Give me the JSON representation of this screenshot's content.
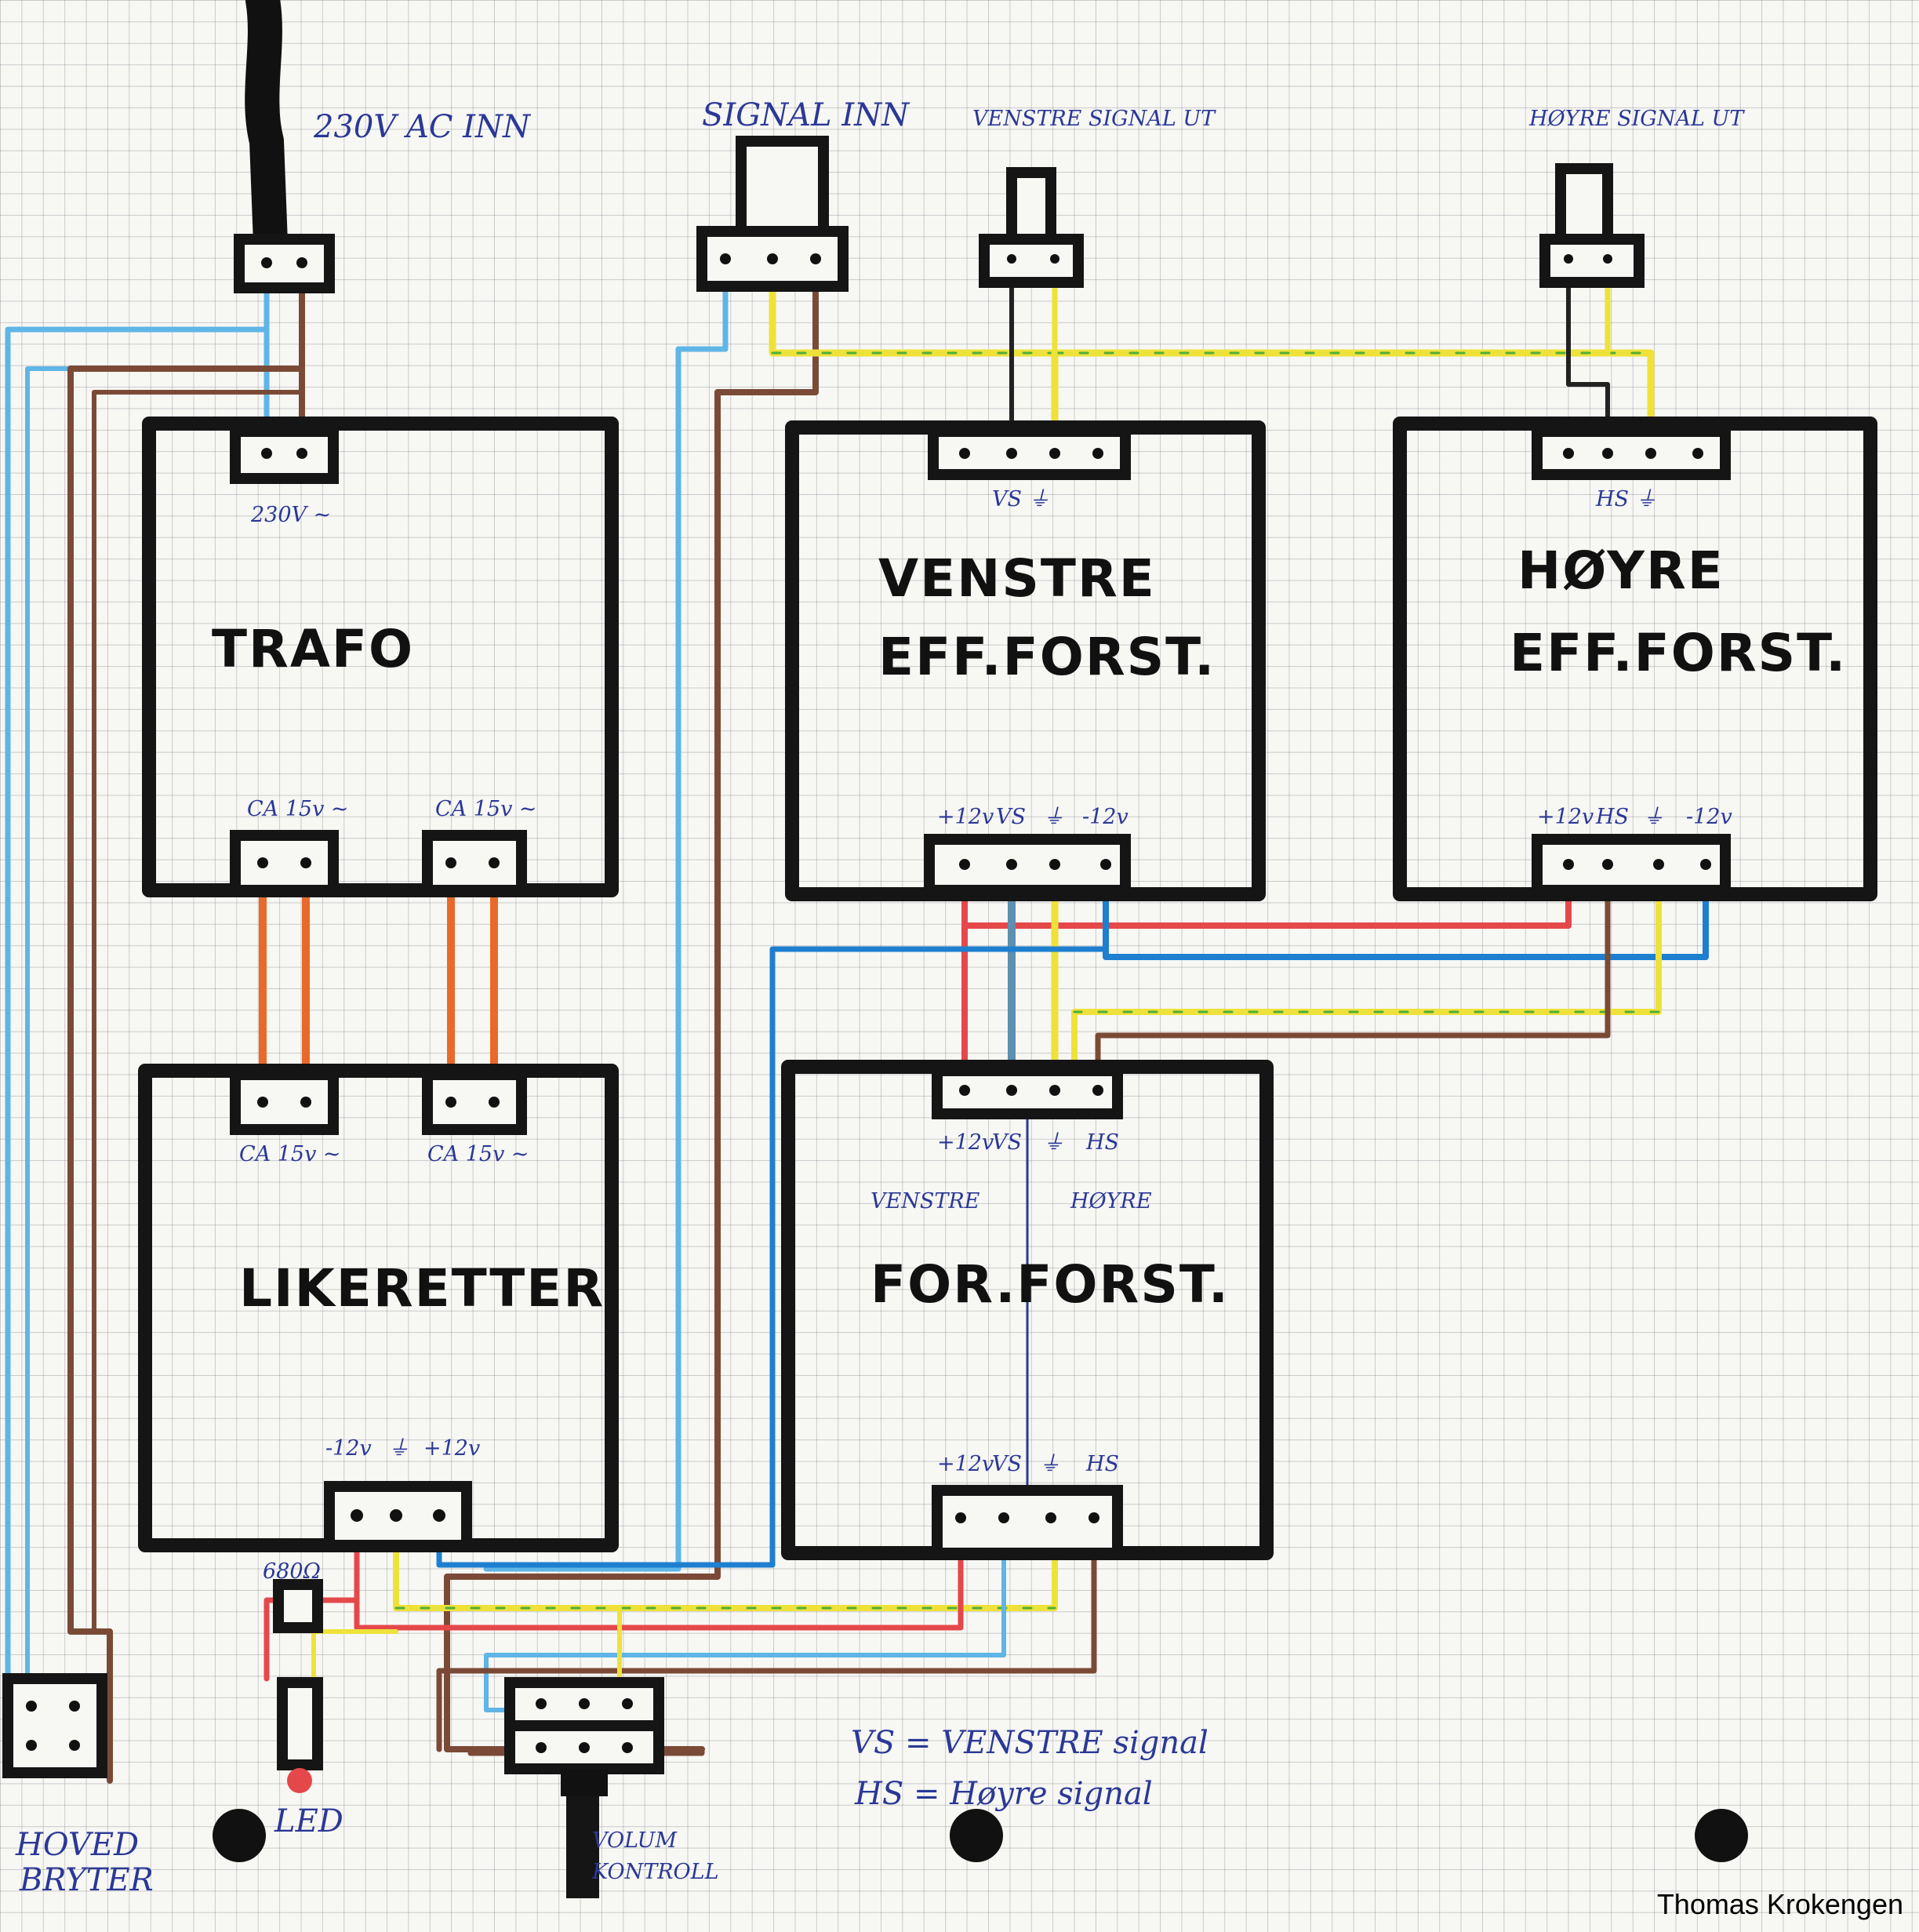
{
  "labels": {
    "ac_in": "230V AC INN",
    "signal_in": "SIGNAL INN",
    "left_out": "VENSTRE SIGNAL UT",
    "right_out": "HØYRE SIGNAL UT",
    "trafo_title": "TRAFO",
    "trafo_input": "230V ~",
    "trafo_out1": "CA 15v ~",
    "trafo_out2": "CA 15v ~",
    "rect_in1": "CA 15v ~",
    "rect_in2": "CA 15v ~",
    "rect_title": "LIKERETTER",
    "rect_pins": [
      "-12v",
      "⏚",
      "+12v"
    ],
    "vamp_title_line1": "VENSTRE",
    "vamp_title_line2": "EFF.FORST.",
    "vamp_in": "VS ⏚",
    "vamp_pins": [
      "+12v",
      "VS",
      "⏚",
      "-12v"
    ],
    "hamp_title_line1": "HØYRE",
    "hamp_title_line2": "EFF.FORST.",
    "hamp_in": "HS ⏚",
    "hamp_pins": [
      "+12v",
      "HS",
      "⏚",
      "-12v"
    ],
    "pre_title": "FOR.FORST.",
    "pre_left": "VENSTRE",
    "pre_right": "HØYRE",
    "pre_top_pins": [
      "+12v",
      "VS",
      "⏚",
      "HS"
    ],
    "pre_bottom_pins": [
      "+12v",
      "VS",
      "⏚",
      "HS"
    ],
    "resistor": "680Ω",
    "led": "LED",
    "main_switch": "HOVED BRYTER",
    "volume": "VOLUM KONTROLL",
    "legend_vs": "VS = VENSTRE signal",
    "legend_hs": "HS = Høyre signal",
    "credit": "Thomas Krokengen"
  },
  "colors": {
    "box": "#151515",
    "brown": "#7a4a36",
    "lightblue": "#5fb5e6",
    "blue": "#1e7fd0",
    "yellow": "#eee23a",
    "green": "#4fae3a",
    "orange": "#e86a2a",
    "red": "#e5484a",
    "ink": "#2b3896"
  }
}
